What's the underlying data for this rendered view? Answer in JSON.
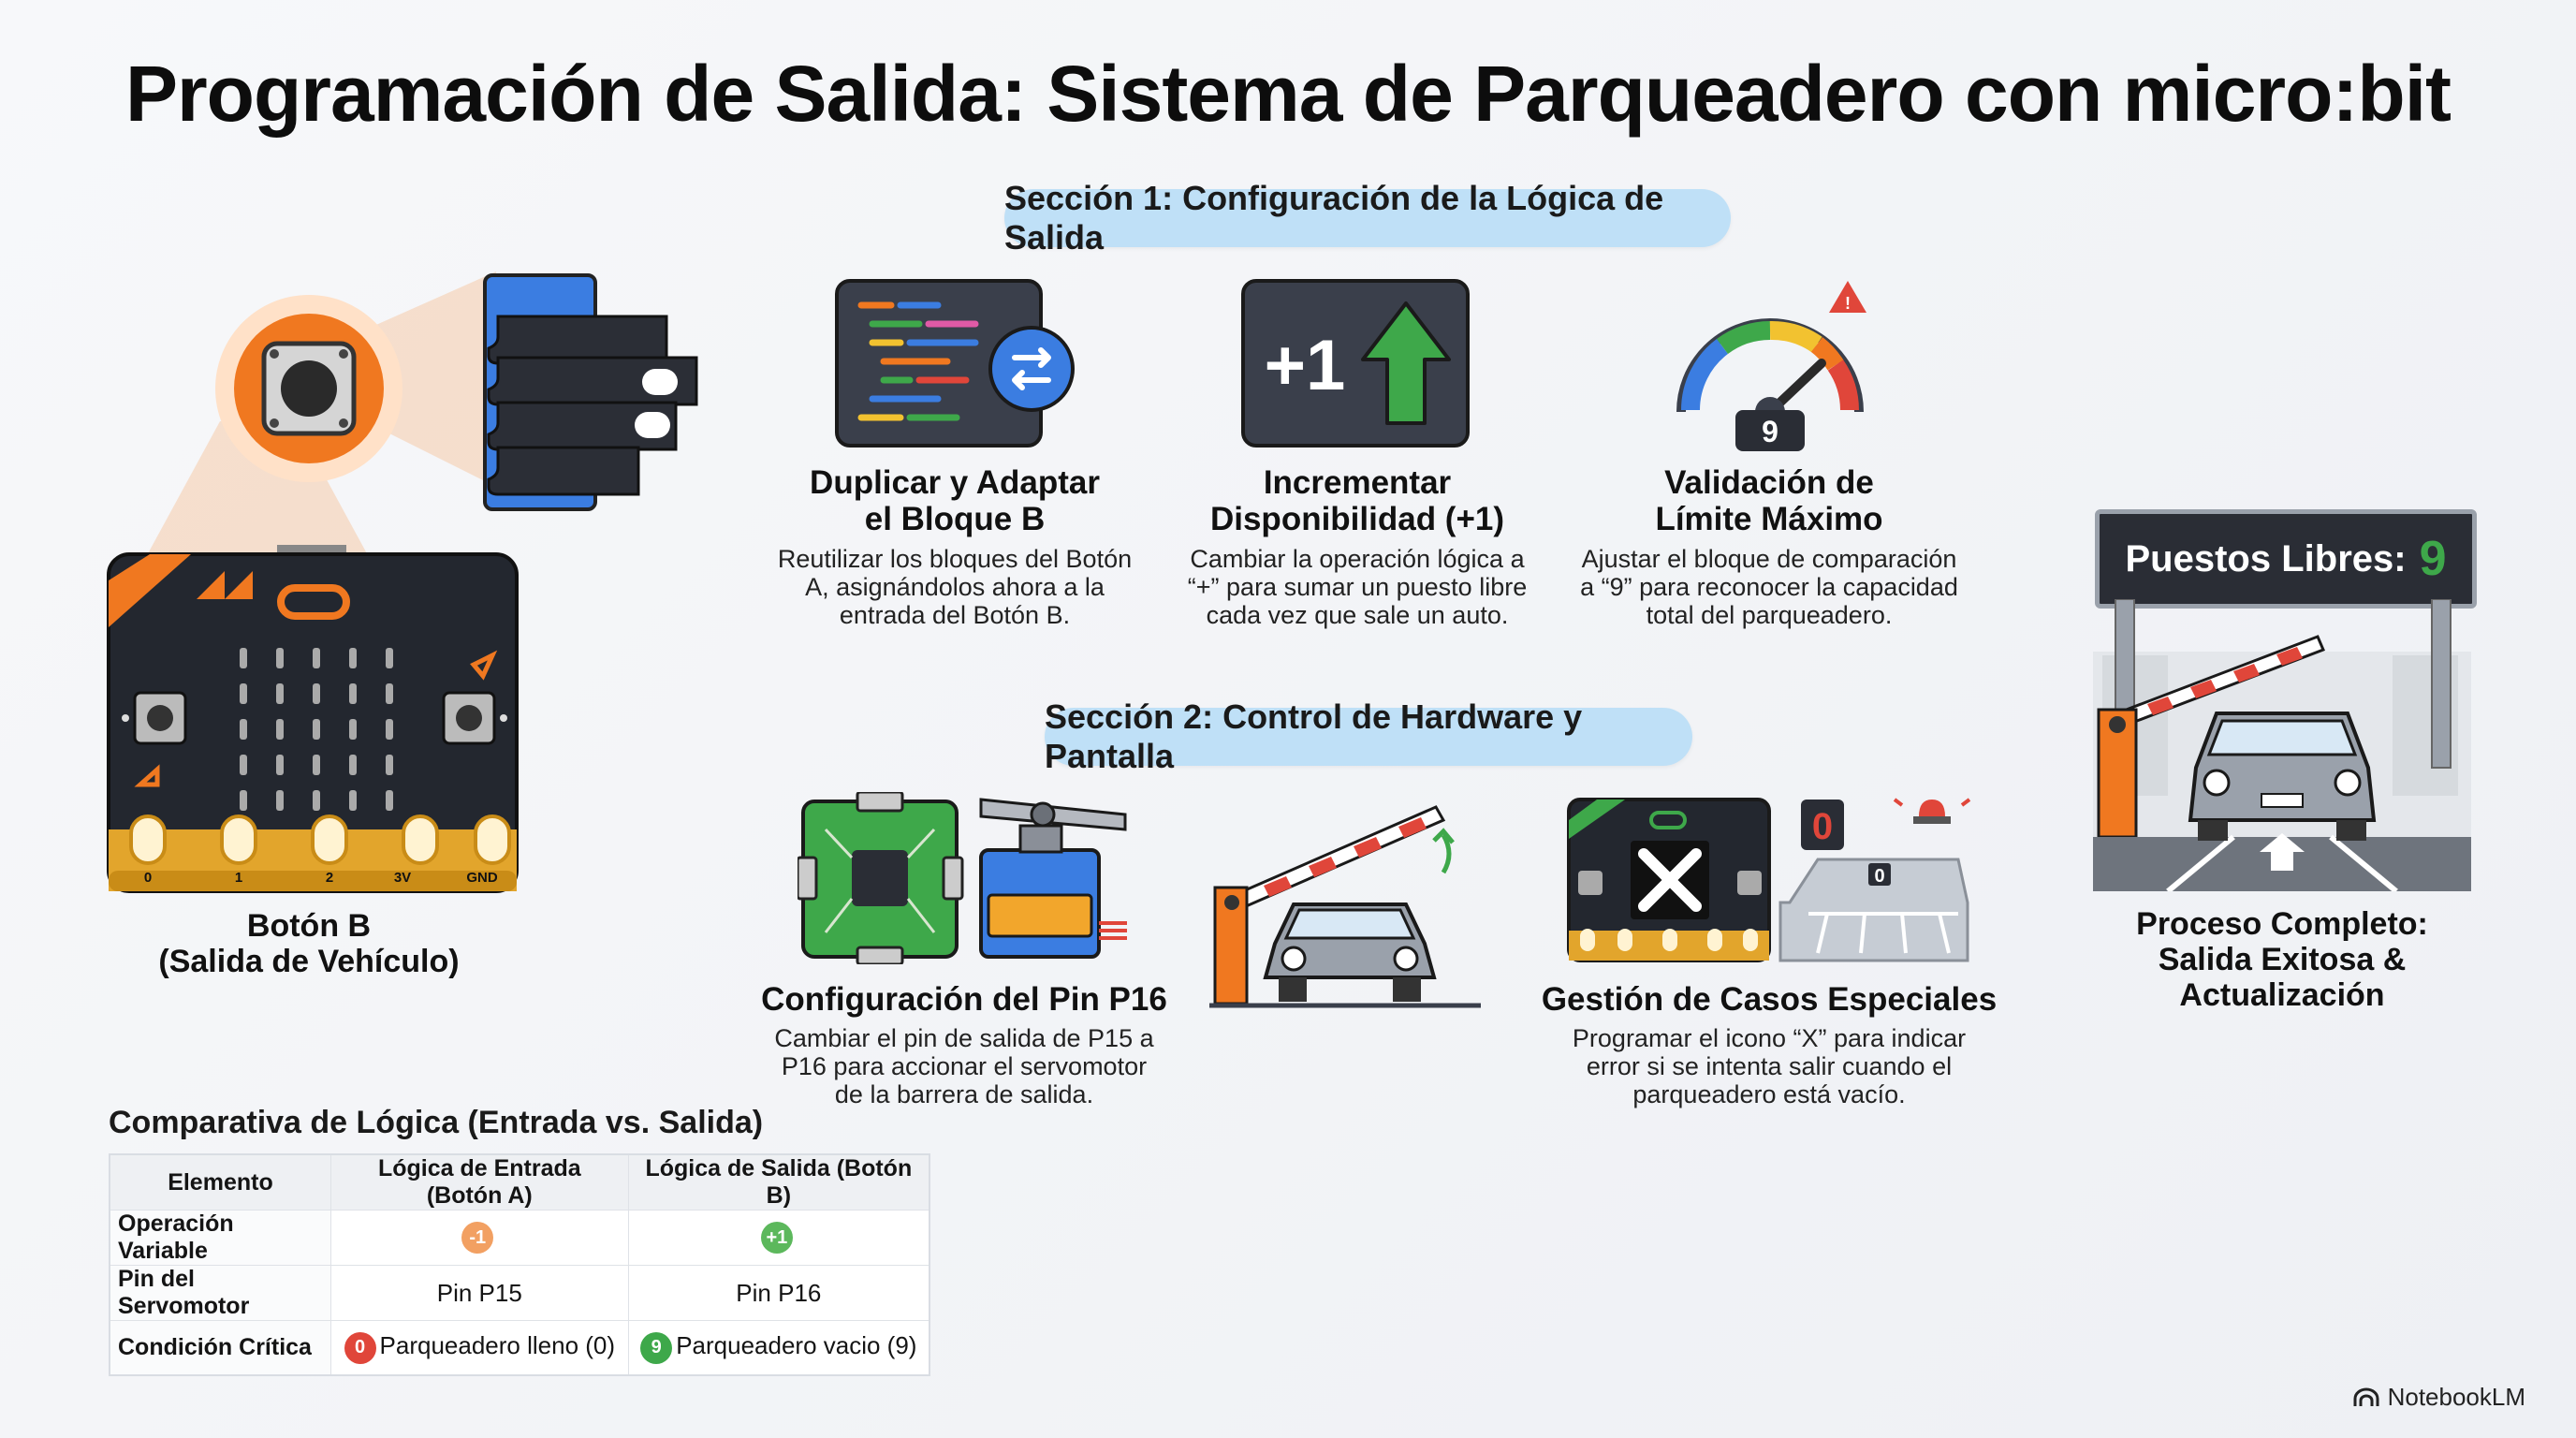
{
  "title": "Programación de Salida: Sistema de Parqueadero con micro:bit",
  "section1": {
    "label": "Sección 1: Configuración de la Lógica de Salida"
  },
  "section2": {
    "label": "Sección 2: Control de Hardware y Pantalla"
  },
  "button_b": {
    "caption_line1": "Botón B",
    "caption_line2": "(Salida de Vehículo)",
    "pin_labels": [
      "0",
      "1",
      "2",
      "3V",
      "GND"
    ]
  },
  "cards": {
    "duplicate": {
      "title_line1": "Duplicar y Adaptar",
      "title_line2": "el Bloque B",
      "desc": "Reutilizar los bloques del Botón A, asignándolos ahora a la entrada del Botón B."
    },
    "increment": {
      "title_line1": "Incrementar",
      "title_line2": "Disponibilidad (+1)",
      "desc": "Cambiar la operación lógica a “+” para sumar un puesto libre cada vez que sale un auto.",
      "icon_text": "+1"
    },
    "validation": {
      "title_line1": "Validación de",
      "title_line2": "Límite Máximo",
      "desc": "Ajustar el bloque de comparación a “9” para reconocer la capacidad total del parqueadero.",
      "gauge_value": "9"
    },
    "pin": {
      "title": "Configuración del Pin P16",
      "desc": "Cambiar el pin de salida de P15 a P16 para accionar el servomotor de la barrera de salida."
    },
    "special": {
      "title": "Gestión de Casos Especiales",
      "desc": "Programar el icono “X” para indicar error si se intenta salir cuando el parqueadero está vacío.",
      "display_value": "0",
      "lot_value": "0"
    }
  },
  "final": {
    "sign_label": "Puestos Libres:",
    "sign_value": "9",
    "caption_line1": "Proceso Completo:",
    "caption_line2": "Salida Exitosa &",
    "caption_line3": "Actualización"
  },
  "comparison": {
    "title": "Comparativa de Lógica (Entrada vs. Salida)",
    "headers": [
      "Elemento",
      "Lógica de Entrada (Botón A)",
      "Lógica de Salida (Botón B)"
    ],
    "rows": [
      {
        "label": "Operación Variable",
        "in_badge": "-1",
        "in_text": "",
        "out_badge": "+1",
        "out_text": ""
      },
      {
        "label": "Pin del Servomotor",
        "in_badge": "",
        "in_text": "Pin P15",
        "out_badge": "",
        "out_text": "Pin P16"
      },
      {
        "label": "Condición Crítica",
        "in_badge": "0",
        "in_text": "Parqueadero lleno (0)",
        "out_badge": "9",
        "out_text": "Parqueadero vacio (9)"
      }
    ]
  },
  "brand": "NotebookLM",
  "colors": {
    "accent_orange": "#f07820",
    "pill_blue": "#bfe0f7",
    "green": "#3ea84a",
    "red": "#e0463a",
    "board_dark": "#23272f"
  }
}
